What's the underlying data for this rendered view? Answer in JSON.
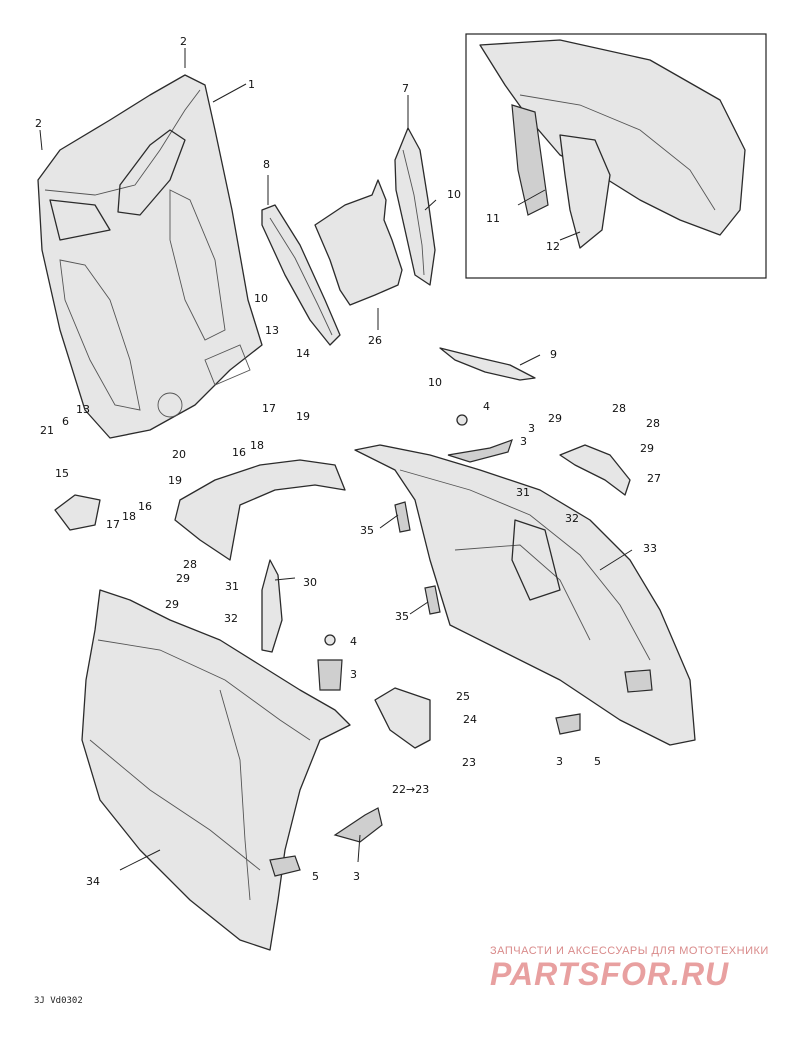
{
  "diagram": {
    "reference_code": "3J Vd0302",
    "callouts": [
      "1",
      "2",
      "2",
      "3",
      "3",
      "3",
      "3",
      "3",
      "4",
      "4",
      "5",
      "5",
      "6",
      "7",
      "8",
      "9",
      "10",
      "10",
      "10",
      "11",
      "12",
      "13",
      "13",
      "14",
      "15",
      "16",
      "16",
      "17",
      "17",
      "18",
      "18",
      "19",
      "19",
      "20",
      "21",
      "22→23",
      "23",
      "24",
      "25",
      "26",
      "27",
      "28",
      "28",
      "28",
      "29",
      "29",
      "29",
      "29",
      "30",
      "31",
      "31",
      "32",
      "32",
      "33",
      "34",
      "35",
      "35"
    ]
  },
  "watermark": {
    "caption": "ЗАПЧАСТИ И АКСЕССУАРЫ ДЛЯ МОТОТЕХНИКИ",
    "logo": "PARTSFOR.RU"
  }
}
